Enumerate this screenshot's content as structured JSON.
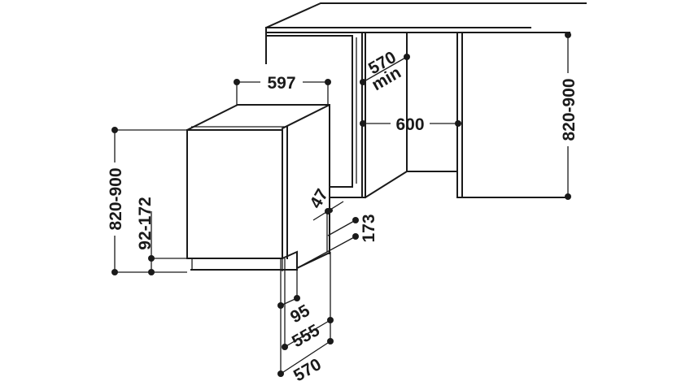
{
  "dimensions": {
    "appliance_width": "597",
    "niche_width": "600",
    "niche_depth": "570",
    "niche_depth_note": "min",
    "niche_height": "820-900",
    "appliance_height": "820-900",
    "plinth_height": "92-172",
    "door_offset": "47",
    "foot_height": "173",
    "plinth_depth": "95",
    "body_depth": "555",
    "total_depth": "570"
  }
}
